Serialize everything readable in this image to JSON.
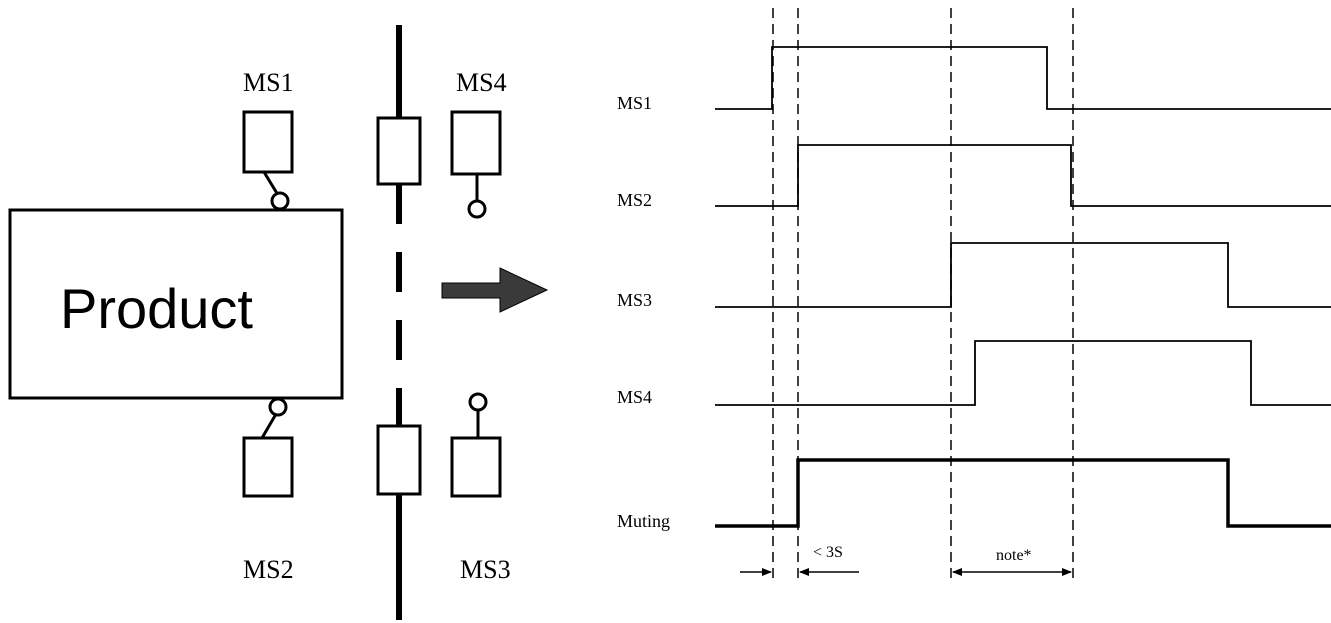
{
  "left_panel": {
    "product_label": "Product",
    "sensor_labels": {
      "ms1": "MS1",
      "ms2": "MS2",
      "ms3": "MS3",
      "ms4": "MS4"
    }
  },
  "timing_diagram": {
    "signal_labels": [
      "MS1",
      "MS2",
      "MS3",
      "MS4",
      "Muting"
    ],
    "annotations": {
      "max_delay": "< 3S",
      "note": "note*"
    }
  },
  "colors": {
    "stroke": "#000000",
    "arrow_fill": "#3a3a3a",
    "background": "#ffffff"
  }
}
